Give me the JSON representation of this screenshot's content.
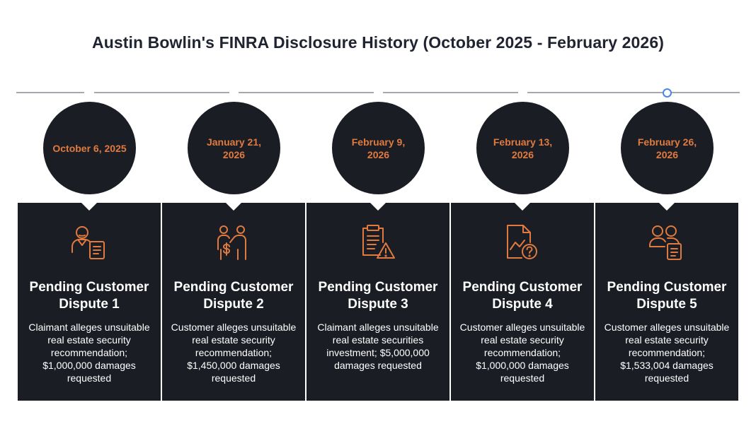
{
  "title": "Austin Bowlin's FINRA Disclosure History (October 2025 - February 2026)",
  "colors": {
    "background": "#ffffff",
    "card": "#1b1d25",
    "accent": "#e07a3e",
    "timeline_line": "#a6a8ad",
    "timeline_node": "#4a86e8"
  },
  "events": [
    {
      "date": "October 6, 2025",
      "icon": "person-document-icon",
      "title": "Pending Customer Dispute 1",
      "description": "Claimant alleges unsuitable real estate security recommendation; $1,000,000 damages requested"
    },
    {
      "date": "January 21, 2026",
      "icon": "people-money-icon",
      "title": "Pending Customer Dispute 2",
      "description": "Customer alleges unsuitable real estate security recommendation; $1,450,000 damages requested"
    },
    {
      "date": "February 9, 2026",
      "icon": "clipboard-warning-icon",
      "title": "Pending Customer Dispute 3",
      "description": "Claimant alleges unsuitable real estate securities investment; $5,000,000 damages requested"
    },
    {
      "date": "February 13, 2026",
      "icon": "chart-question-icon",
      "title": "Pending Customer Dispute 4",
      "description": "Customer alleges unsuitable real estate security recommendation; $1,000,000 damages requested"
    },
    {
      "date": "February 26, 2026",
      "icon": "users-document-icon",
      "title": "Pending Customer Dispute 5",
      "description": "Customer alleges unsuitable real estate security recommendation; $1,533,004 damages requested"
    }
  ]
}
